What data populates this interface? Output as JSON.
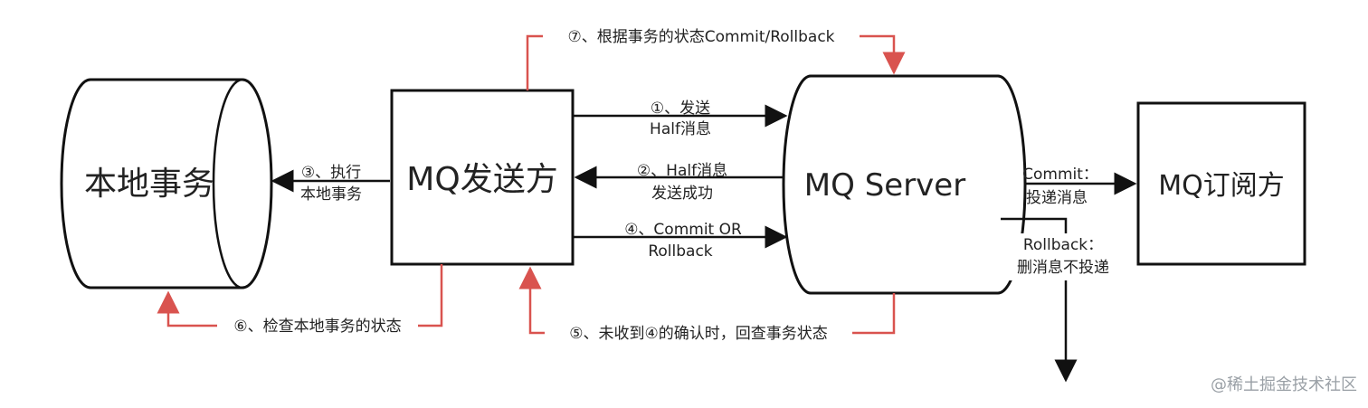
{
  "nodes": {
    "local_tx": "本地事务",
    "producer": "MQ发送方",
    "server": "MQ Server",
    "subscriber": "MQ订阅方"
  },
  "edges": {
    "step1": [
      "①、发送",
      "Half消息"
    ],
    "step2": [
      "②、Half消息",
      "发送成功"
    ],
    "step3": [
      "③、执行",
      "本地事务"
    ],
    "step4": [
      "④、Commit OR",
      "Rollback"
    ],
    "step5": "⑤、未收到④的确认时，回查事务状态",
    "step6": "⑥、检查本地事务的状态",
    "step7": "⑦、根据事务的状态Commit/Rollback",
    "commit": [
      "Commit：",
      "投递消息"
    ],
    "rollback": [
      "Rollback：",
      "删消息不投递"
    ]
  },
  "watermark": "@稀土掘金技术社区",
  "colors": {
    "callback": "#d9534f",
    "flow": "#111111"
  }
}
